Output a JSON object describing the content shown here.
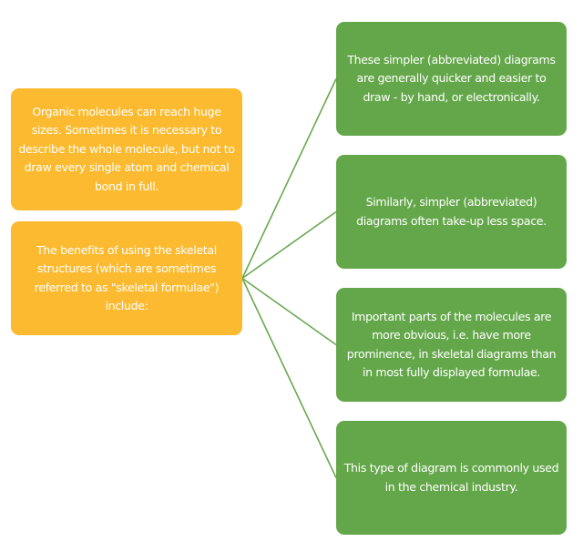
{
  "diagram": {
    "colors": {
      "intro_box": "#fbba30",
      "benefit_box": "#64a74a",
      "connector": "#6aa84f",
      "text": "#ffffff"
    },
    "intro_boxes": [
      {
        "text": "Organic molecules can reach huge sizes. Sometimes it is necessary to describe the whole molecule, but not to draw every single atom and chemical bond in full."
      },
      {
        "text": "The benefits of using the skeletal structures (which are sometimes referred to as \"skeletal formulae\") include:"
      }
    ],
    "benefit_boxes": [
      {
        "text": "These simpler (abbreviated) diagrams are generally quicker and easier to draw - by hand, or electronically."
      },
      {
        "text": "Similarly, simpler (abbreviated) diagrams often take-up less space."
      },
      {
        "text": "Important parts of the molecules are more obvious, i.e. have more prominence, in skeletal diagrams than in most fully displayed formulae."
      },
      {
        "text": "This type of diagram is commonly used in the chemical industry."
      }
    ],
    "connections": [
      {
        "from": "intro_boxes.1",
        "to": "benefit_boxes.0"
      },
      {
        "from": "intro_boxes.1",
        "to": "benefit_boxes.1"
      },
      {
        "from": "intro_boxes.1",
        "to": "benefit_boxes.2"
      },
      {
        "from": "intro_boxes.1",
        "to": "benefit_boxes.3"
      }
    ]
  }
}
